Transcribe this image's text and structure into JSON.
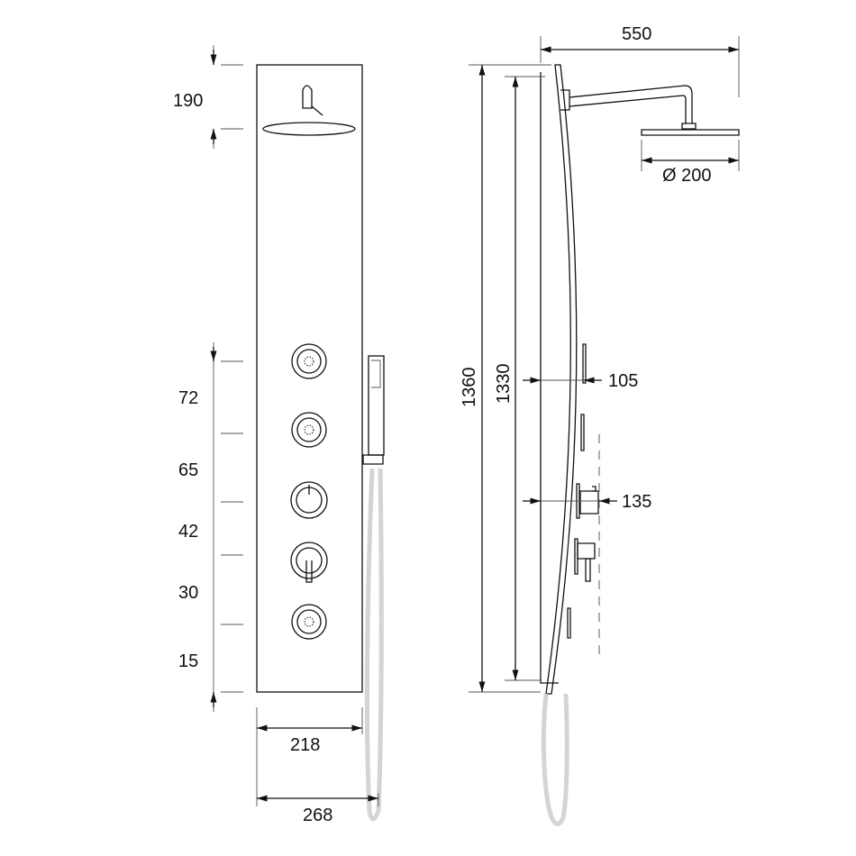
{
  "front_view": {
    "top_height": "190",
    "spacings": [
      "72",
      "65",
      "42",
      "30",
      "15"
    ],
    "panel_width": "218",
    "overall_width": "268"
  },
  "side_view": {
    "arm_reach": "550",
    "head_diameter": "Ø 200",
    "total_height": "1360",
    "panel_height": "1330",
    "depth_jets": "105",
    "depth_controls": "135"
  }
}
